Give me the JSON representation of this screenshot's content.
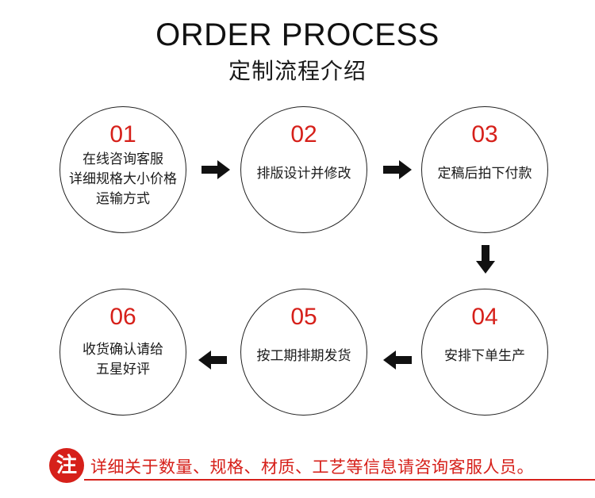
{
  "header": {
    "title": "ORDER PROCESS",
    "subtitle": "定制流程介绍"
  },
  "steps": [
    {
      "num": "01",
      "lines": [
        "在线咨询客服",
        "详细规格大小价格",
        "运输方式"
      ]
    },
    {
      "num": "02",
      "lines": [
        "排版设计并修改"
      ]
    },
    {
      "num": "03",
      "lines": [
        "定稿后拍下付款"
      ]
    },
    {
      "num": "04",
      "lines": [
        "安排下单生产"
      ]
    },
    {
      "num": "05",
      "lines": [
        "按工期排期发货"
      ]
    },
    {
      "num": "06",
      "lines": [
        "收货确认请给",
        "五星好评"
      ]
    }
  ],
  "note": {
    "badge": "注",
    "text": "详细关于数量、规格、材质、工艺等信息请咨询客服人员。"
  },
  "colors": {
    "accent_red": "#d6201a",
    "outline": "#222222",
    "arrow": "#111111"
  },
  "icons": [
    "arrow-right-icon",
    "arrow-down-icon",
    "arrow-left-icon"
  ]
}
